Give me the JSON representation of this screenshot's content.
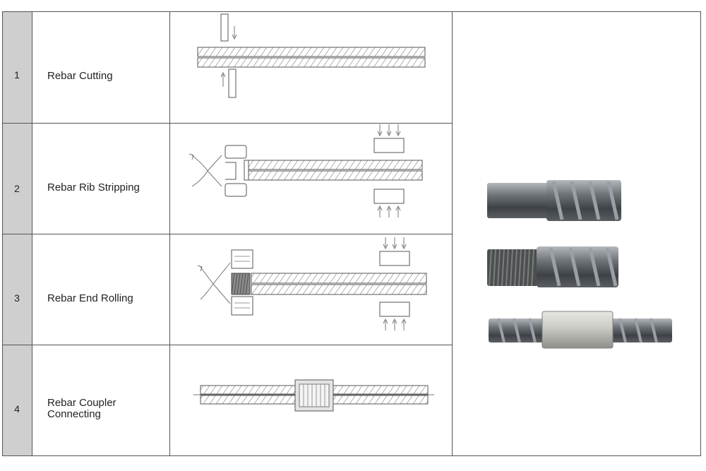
{
  "steps": [
    {
      "number": "1",
      "label": "Rebar Cutting"
    },
    {
      "number": "2",
      "label": "Rebar Rib Stripping"
    },
    {
      "number": "3",
      "label": "Rebar End Rolling"
    },
    {
      "number": "4",
      "label_line1": "Rebar Coupler",
      "label_line2": "Connecting"
    }
  ],
  "colors": {
    "line": "#555555",
    "number_column": "#cfcfcf",
    "rebar_dark": "#4a4e52",
    "rebar_light": "#9aa0a6",
    "coupler": "#c9c9c4"
  }
}
